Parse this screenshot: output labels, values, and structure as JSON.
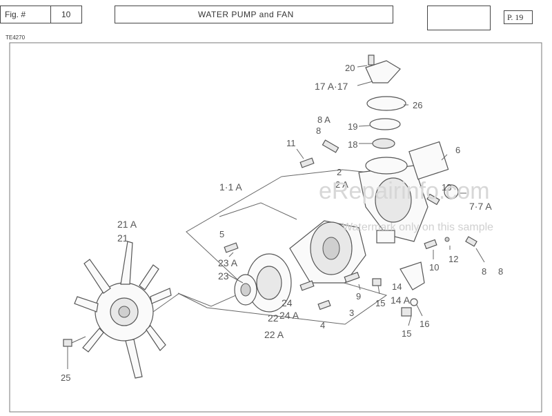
{
  "header": {
    "fig_label": "Fig. #",
    "fig_number": "10",
    "title": "WATER PUMP and FAN",
    "page": "P. 19",
    "drawing_code": "TE4270"
  },
  "callouts": {
    "c20": "20",
    "c17": "17 A·17",
    "c26": "26",
    "c8a_top": "8 A",
    "c8_top": "8",
    "c19": "19",
    "c18": "18",
    "c11": "11",
    "c6": "6",
    "c2": "2",
    "c2a": "2 A",
    "c13": "13",
    "c7": "7·7 A",
    "c1": "1·1 A",
    "c5": "5",
    "c23a": "23 A",
    "c23": "23",
    "c21a": "21 A",
    "c21": "21",
    "c9": "9",
    "c3": "3",
    "c24": "24",
    "c24a": "24 A",
    "c4": "4",
    "c22": "22",
    "c22a": "22 A",
    "c14": "14",
    "c14a": "14 A",
    "c15a": "15",
    "c15b": "15",
    "c16": "16",
    "c10": "10",
    "c12": "12",
    "c8_right": "8",
    "c8_right2": "8",
    "c25": "25"
  },
  "watermark": {
    "site": "eRepairinfo.com",
    "note": "Watermark only on this sample"
  }
}
